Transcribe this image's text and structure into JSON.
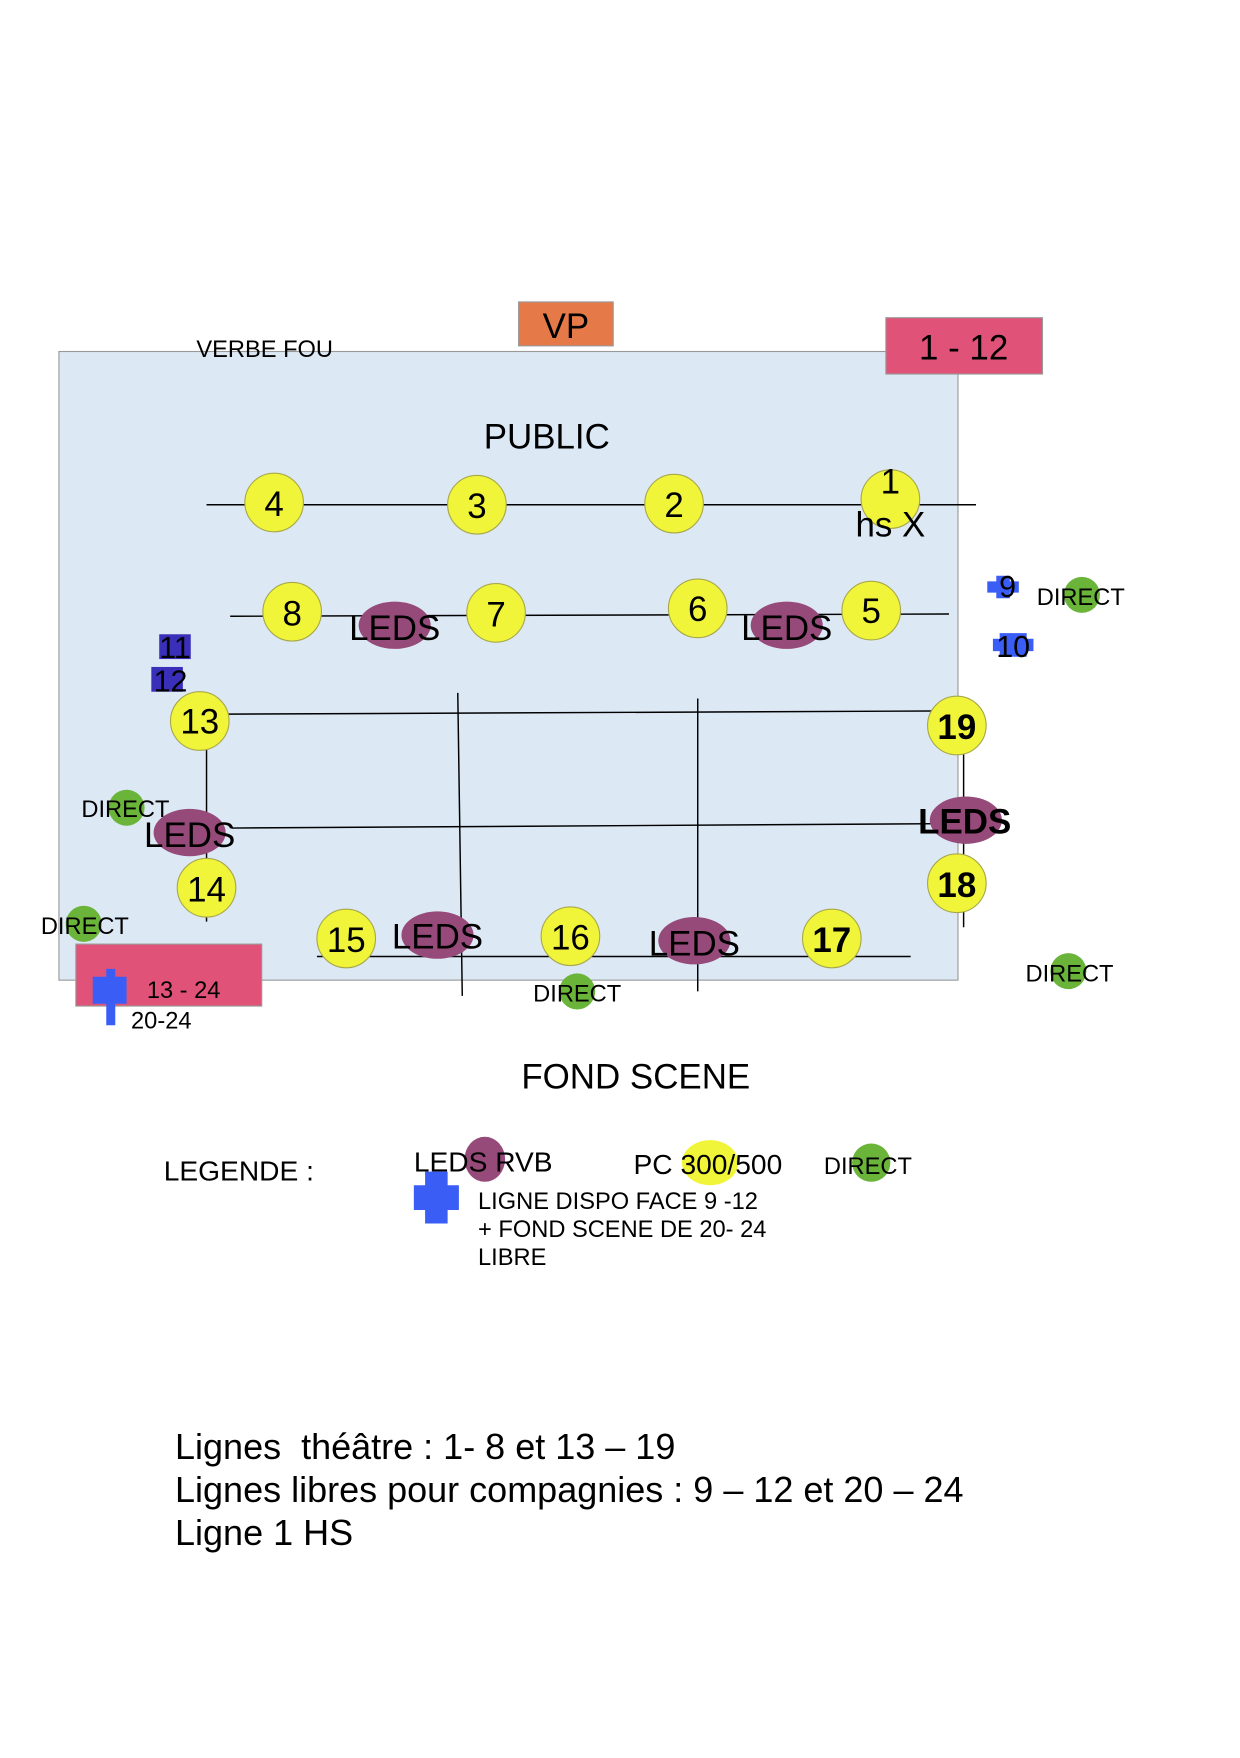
{
  "title_labels": {
    "verbe_fou": "VERBE FOU",
    "vp": "VP",
    "range_top": "1 - 12",
    "public": "PUBLIC",
    "fond_scene": "FOND SCENE",
    "range_bottom": "13 - 24",
    "range_bottom_free": "20-24"
  },
  "colors": {
    "stage_area": "#dce9f5",
    "pc_yellow": "#f0f53a",
    "leds_purple": "#964a7a",
    "direct_green": "#6ab43a",
    "free_blue": "#3a5ef5",
    "free_dark_blue": "#3a2fb8",
    "range_pink": "#e05278",
    "vp_orange": "#e57a48"
  },
  "pc_projectors": [
    {
      "id": "1",
      "label": "1",
      "note": "hs X"
    },
    {
      "id": "2",
      "label": "2"
    },
    {
      "id": "3",
      "label": "3"
    },
    {
      "id": "4",
      "label": "4"
    },
    {
      "id": "5",
      "label": "5"
    },
    {
      "id": "6",
      "label": "6"
    },
    {
      "id": "7",
      "label": "7"
    },
    {
      "id": "8",
      "label": "8"
    },
    {
      "id": "13",
      "label": "13"
    },
    {
      "id": "14",
      "label": "14"
    },
    {
      "id": "15",
      "label": "15"
    },
    {
      "id": "16",
      "label": "16"
    },
    {
      "id": "17",
      "label": "17"
    },
    {
      "id": "18",
      "label": "18"
    },
    {
      "id": "19",
      "label": "19"
    }
  ],
  "leds": [
    {
      "id": "leds-a",
      "label": "LEDS"
    },
    {
      "id": "leds-b",
      "label": "LEDS"
    },
    {
      "id": "leds-c",
      "label": "LEDS"
    },
    {
      "id": "leds-d",
      "label": "LEDS"
    },
    {
      "id": "leds-e",
      "label": "LEDS"
    },
    {
      "id": "leds-f",
      "label": "LEDS"
    }
  ],
  "free_lines": [
    {
      "id": "9",
      "label": "9"
    },
    {
      "id": "10",
      "label": "10"
    },
    {
      "id": "11",
      "label": "11"
    },
    {
      "id": "12",
      "label": "12"
    }
  ],
  "direct": [
    {
      "id": "direct-1",
      "label": "DIRECT"
    },
    {
      "id": "direct-2",
      "label": "DIRECT"
    },
    {
      "id": "direct-3",
      "label": "DIRECT"
    },
    {
      "id": "direct-4",
      "label": "DIRECT"
    },
    {
      "id": "direct-5",
      "label": "DIRECT"
    }
  ],
  "legend": {
    "title": "LEGENDE :",
    "leds": "LEDS RVB",
    "pc_prefix": "PC ",
    "pc_value": "300/500",
    "direct": "DIRECT",
    "free_line_1": "LIGNE DISPO FACE 9 -12",
    "free_line_2": "+ FOND SCENE DE 20- 24",
    "free_line_3": "LIBRE"
  },
  "notes": [
    "Lignes  théâtre : 1- 8 et 13 – 19",
    "Lignes libres pour compagnies : 9 – 12 et 20 – 24",
    "Ligne 1 HS"
  ]
}
